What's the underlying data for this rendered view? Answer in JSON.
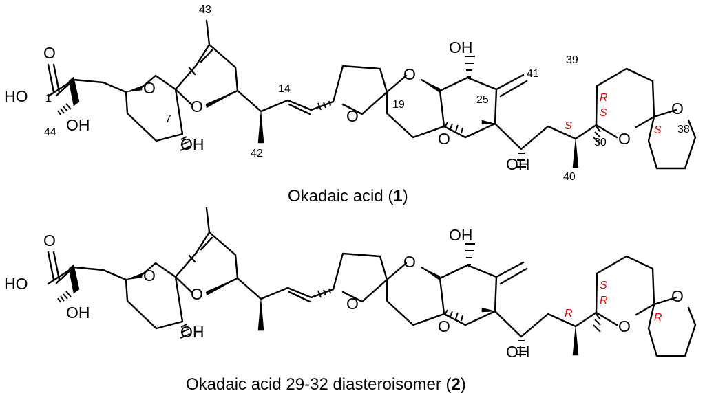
{
  "atoms": {
    "o": "O",
    "ho": "HO",
    "oh": "OH"
  },
  "numbering": {
    "n1": "1",
    "n7": "7",
    "n14": "14",
    "n19": "19",
    "n25": "25",
    "n30": "30",
    "n38": "38",
    "n39": "39",
    "n40": "40",
    "n41": "41",
    "n42": "42",
    "n43": "43",
    "n44": "44"
  },
  "stereo_labels": {
    "compound1": [
      "S",
      "R",
      "S",
      "S"
    ],
    "compound2": [
      "R",
      "S",
      "R",
      "R"
    ]
  },
  "captions": {
    "compound1": {
      "name": "Okadaic acid",
      "open": " (",
      "number": "1",
      "close": ")"
    },
    "compound2": {
      "name": "Okadaic acid 29-32 diasteroisomer",
      "open": " (",
      "number": "2",
      "close": ")"
    }
  }
}
